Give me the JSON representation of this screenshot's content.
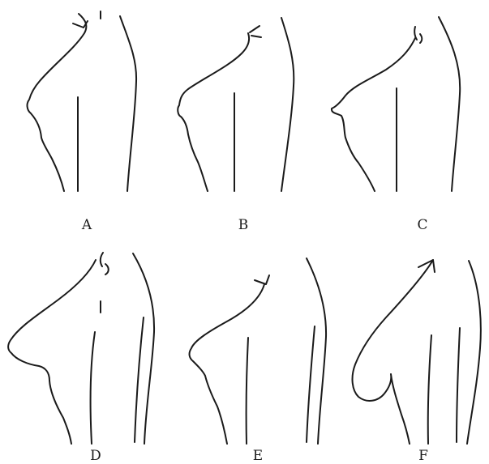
{
  "figure": {
    "panels": [
      {
        "label": "A"
      },
      {
        "label": "B"
      },
      {
        "label": "C"
      },
      {
        "label": "D"
      },
      {
        "label": "E"
      },
      {
        "label": "F"
      }
    ],
    "colors": {
      "background": "#ffffff",
      "line": "#1a1a1a"
    }
  }
}
